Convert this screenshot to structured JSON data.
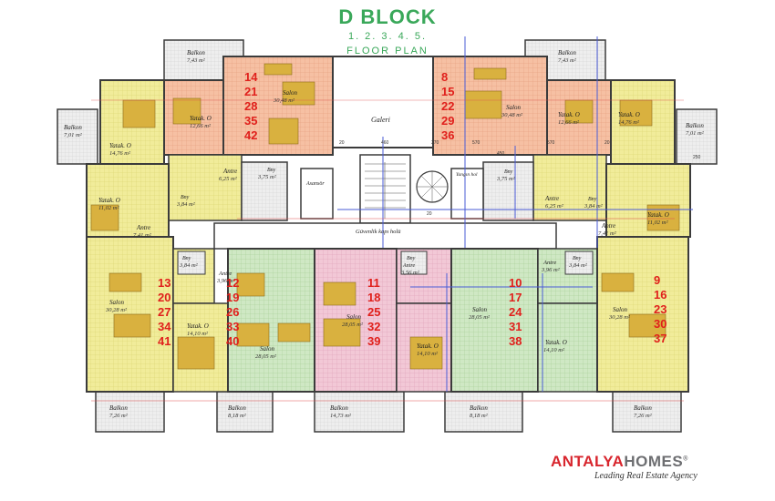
{
  "header": {
    "title": "D BLOCK",
    "floors": "1. 2. 3. 4. 5.",
    "subtitle": "FLOOR PLAN"
  },
  "brand": {
    "name_red": "ANTALYA",
    "name_grey": "HOMES",
    "mark": "®",
    "tagline": "Leading Real Estate Agency"
  },
  "colors": {
    "yellow": "#f1ec9a",
    "salmon": "#f6c0a3",
    "green": "#cfe8c4",
    "pink": "#f2c8d6",
    "grey": "#e8e8e8",
    "wall": "#3b3b3b",
    "accent_title": "#3aa85a",
    "unit_numbers": "#e0201c",
    "furniture": "#c9a13c",
    "blue_lines": "#4a5bd6",
    "red_lines": "#e05050"
  },
  "rooms": {
    "balkon_tl": {
      "name": "Balkon",
      "area": "7,43 m²"
    },
    "balkon_tr": {
      "name": "Balkon",
      "area": "7,43 m²"
    },
    "balkon_l": {
      "name": "Balkon",
      "area": "7,01 m²"
    },
    "balkon_r": {
      "name": "Balkon",
      "area": "7,01 m²"
    },
    "yatak_tl1": {
      "name": "Yatak. O",
      "area": "12,66 m²"
    },
    "yatak_tl2": {
      "name": "Yatak. O",
      "area": "14,76 m²"
    },
    "yatak_tr1": {
      "name": "Yatak. O",
      "area": "12,66 m²"
    },
    "yatak_tr2": {
      "name": "Yatak. O",
      "area": "14,76 m²"
    },
    "salon_tl": {
      "name": "Salon",
      "area": "30,48 m²"
    },
    "salon_tr": {
      "name": "Salon",
      "area": "30,48 m²"
    },
    "galeri": {
      "name": "Galeri",
      "area": ""
    },
    "asansor": {
      "name": "Asansör",
      "area": ""
    },
    "yangin": {
      "name": "Yangın hol",
      "area": ""
    },
    "guvenlik": {
      "name": "Güvenlik kapı holü",
      "area": ""
    },
    "antre_tl": {
      "name": "Antre",
      "area": "6,25 m²"
    },
    "antre_tr": {
      "name": "Antre",
      "area": "6,25 m²"
    },
    "banyo_tl": {
      "name": "Bny",
      "area": "3,75 m²"
    },
    "banyo_tr": {
      "name": "Bny",
      "area": "3,75 m²"
    },
    "banyo_l": {
      "name": "Bny",
      "area": "3,84 m²"
    },
    "banyo_r": {
      "name": "Bny",
      "area": "3,84 m²"
    },
    "yatak_l": {
      "name": "Yatak. O",
      "area": "11,02 m²"
    },
    "yatak_r": {
      "name": "Yatak. O",
      "area": "11,02 m²"
    },
    "antre_l": {
      "name": "Antre",
      "area": "7,41 m²"
    },
    "antre_r": {
      "name": "Antre",
      "area": "7,41 m²"
    },
    "bny_bl1": {
      "name": "Bny",
      "area": "3,84 m²"
    },
    "antre_bl": {
      "name": "Antre",
      "area": "3,96 m²"
    },
    "bny_bc": {
      "name": "Bny",
      "area": "3,56 m²"
    },
    "antre_bc": {
      "name": "Antre",
      "area": "3,56 m²"
    },
    "antre_br": {
      "name": "Antre",
      "area": "3,96 m²"
    },
    "bny_br": {
      "name": "Bny",
      "area": "3,84 m²"
    },
    "salon_bl": {
      "name": "Salon",
      "area": "30,28 m²"
    },
    "yatak_bl": {
      "name": "Yatak. O",
      "area": "14,10 m²"
    },
    "salon_bcl": {
      "name": "Salon",
      "area": "28,05 m²"
    },
    "salon_bcr": {
      "name": "Salon",
      "area": "28,05 m²"
    },
    "yatak_bc": {
      "name": "Yatak. O",
      "area": "14,10 m²"
    },
    "salon_bcr2": {
      "name": "Salon",
      "area": "28,05 m²"
    },
    "yatak_bcr": {
      "name": "Yatak. O",
      "area": "14,10 m²"
    },
    "salon_br": {
      "name": "Salon",
      "area": "30,28 m²"
    },
    "balkon_bl": {
      "name": "Balkon",
      "area": "7,26 m²"
    },
    "balkon_b2": {
      "name": "Balkon",
      "area": "8,18 m²"
    },
    "balkon_b3": {
      "name": "Balkon",
      "area": "14,73 m²"
    },
    "balkon_b4": {
      "name": "Balkon",
      "area": "8,18 m²"
    },
    "balkon_br": {
      "name": "Balkon",
      "area": "7,26 m²"
    }
  },
  "unit_numbers": {
    "top_left": [
      "14",
      "21",
      "28",
      "35",
      "42"
    ],
    "top_right": [
      "8",
      "15",
      "22",
      "29",
      "36"
    ],
    "bottom_1": [
      "13",
      "20",
      "27",
      "34",
      "41"
    ],
    "bottom_2": [
      "12",
      "19",
      "26",
      "33",
      "40"
    ],
    "bottom_3": [
      "11",
      "18",
      "25",
      "32",
      "39"
    ],
    "bottom_4": [
      "10",
      "17",
      "24",
      "31",
      "38"
    ],
    "bottom_5": [
      "9",
      "16",
      "23",
      "30",
      "37"
    ]
  },
  "dimensions": [
    "460",
    "370",
    "570",
    "20",
    "450",
    "570",
    "20",
    "250",
    "20"
  ]
}
